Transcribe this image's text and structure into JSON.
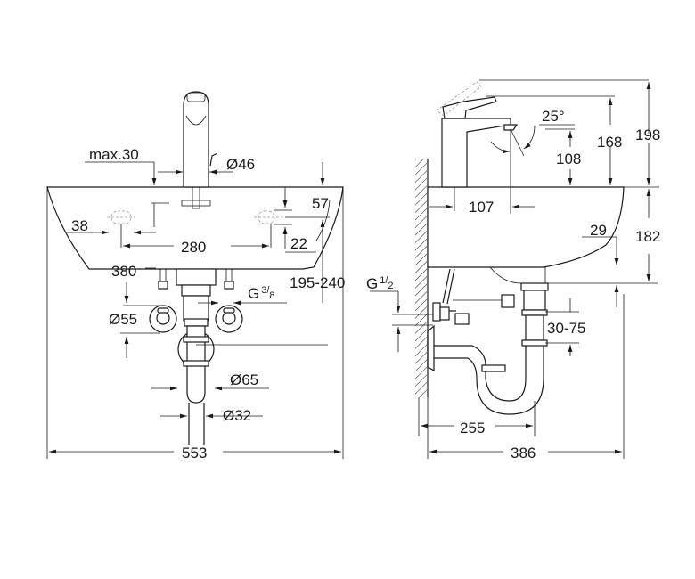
{
  "front_view": {
    "max_depth": "max.30",
    "faucet_diameter": "Ø46",
    "hole_depth": "57",
    "hole_offset": "38",
    "hole_spacing": "280",
    "hole_diameter": "22",
    "outlet_offset": "380",
    "trap_height": "195-240",
    "connection_thread": {
      "prefix": "G",
      "num": "3",
      "den": "8"
    },
    "rosette_diameter": "Ø55",
    "trap_diameter": "Ø65",
    "pipe_diameter": "Ø32",
    "total_width": "553"
  },
  "side_view": {
    "lever_angle": "25°",
    "faucet_height": "168",
    "lever_up_height": "198",
    "spout_height": "108",
    "spout_reach": "107",
    "basin_thickness": "29",
    "basin_height": "182",
    "supply_thread": {
      "prefix": "G",
      "num": "1",
      "den": "2"
    },
    "adjust_range": "30-75",
    "trap_depth": "255",
    "total_depth": "386"
  }
}
